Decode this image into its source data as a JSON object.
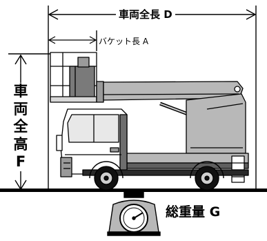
{
  "labels": {
    "overall_length": "車両全長 D",
    "bucket_length": "バケット長 A",
    "overall_height_chars": [
      "車",
      "両",
      "全",
      "高",
      "F"
    ],
    "gross_weight": "総重量 G"
  },
  "icons": {
    "truck": "aerial-work-platform-truck-icon",
    "scale": "weighing-scale-icon"
  },
  "colors": {
    "line": "#000000",
    "boom": "#b8b8b8",
    "cab": "#ffffff",
    "shadow": "#6e6e6e"
  }
}
